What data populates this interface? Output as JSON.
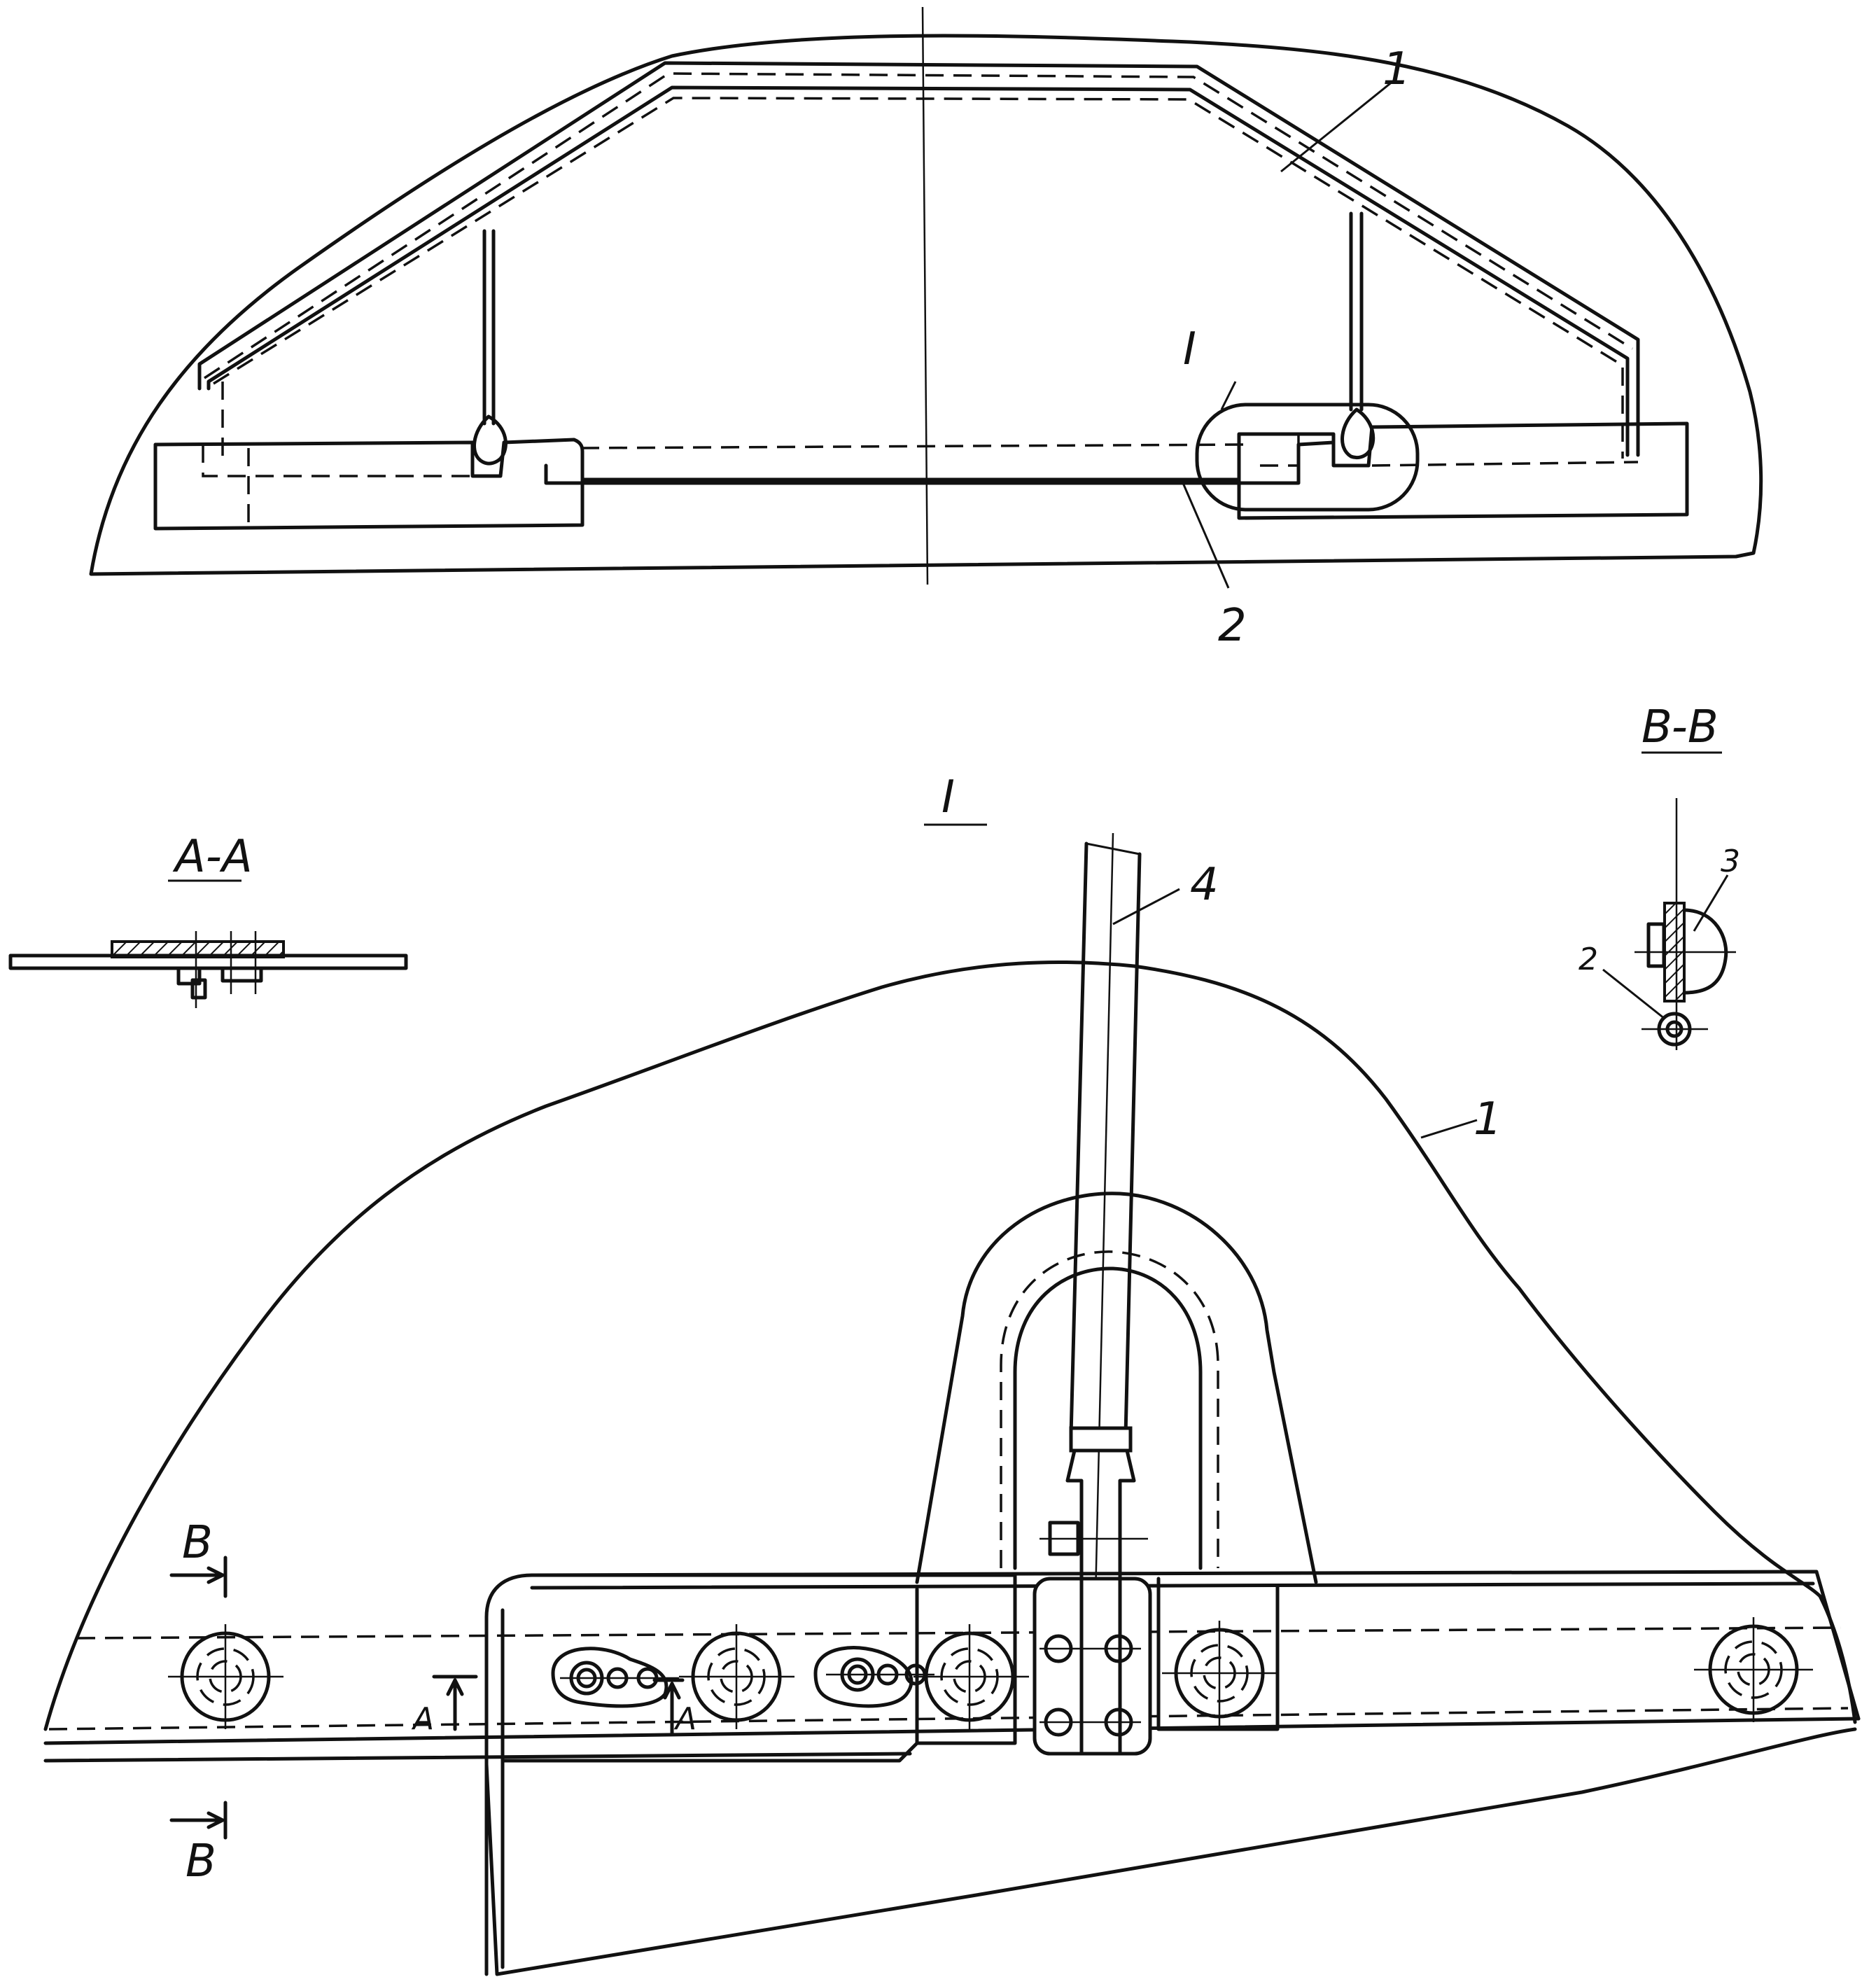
{
  "labels": {
    "part_1": "1",
    "part_2": "2",
    "part_3": "3",
    "part_4": "4",
    "detail_I": "I",
    "section_A": "A",
    "section_B": "B",
    "section_A_A": "A-A",
    "section_B_B": "B-B"
  }
}
